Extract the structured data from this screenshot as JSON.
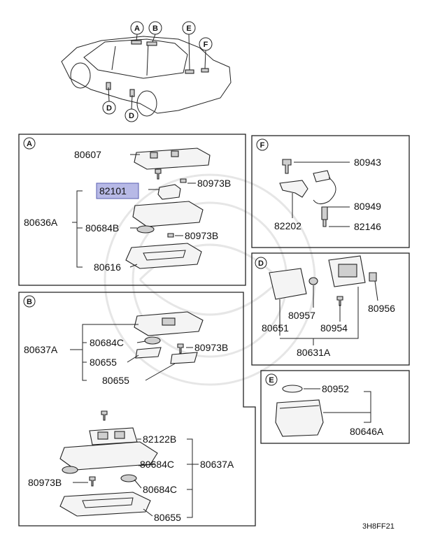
{
  "panels": {
    "A": {
      "tag": "A",
      "labels": {
        "p80607": "80607",
        "p82101": "82101",
        "p80973B_1": "80973B",
        "p80636A": "80636A",
        "p80684B": "80684B",
        "p80973B_2": "80973B",
        "p80616": "80616"
      }
    },
    "B": {
      "tag": "B",
      "labels": {
        "p80637A_1": "80637A",
        "p80684C_1": "80684C",
        "p80973B_1": "80973B",
        "p80655_1": "80655",
        "p80655_2": "80655",
        "p82122B": "82122B",
        "p80684C_2": "80684C",
        "p80637A_2": "80637A",
        "p80973B_2": "80973B",
        "p80684C_3": "80684C",
        "p80655_3": "80655"
      }
    },
    "F": {
      "tag": "F",
      "labels": {
        "p80943": "80943",
        "p80949": "80949",
        "p82202": "82202",
        "p82146": "82146"
      }
    },
    "D": {
      "tag": "D",
      "labels": {
        "p80957": "80957",
        "p80956": "80956",
        "p80651": "80651",
        "p80954": "80954",
        "p80631A": "80631A"
      }
    },
    "E": {
      "tag": "E",
      "labels": {
        "p80952": "80952",
        "p80646A": "80646A"
      }
    }
  },
  "car_callouts": [
    "A",
    "B",
    "E",
    "F",
    "D",
    "D"
  ],
  "diagram_code": "3H8FF21",
  "highlight_color": "#b7b9e6"
}
